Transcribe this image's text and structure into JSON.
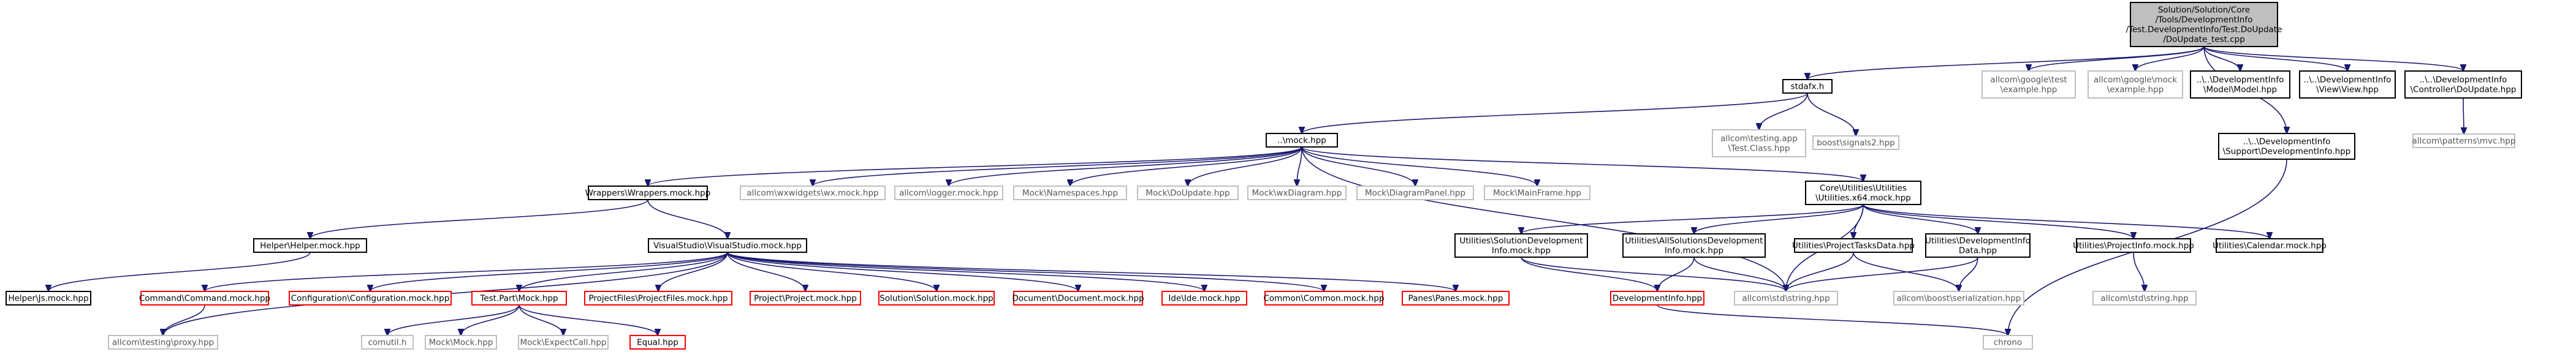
{
  "colors": {
    "root_fill": "#bfbfbf",
    "black_border": "#000000",
    "grey_border": "#bfbfbf",
    "red_border": "#ff0000",
    "edge": "#191970",
    "text_dark": "#000000",
    "text_grey": "#555555"
  },
  "nodes": [
    {
      "id": "root",
      "lines": [
        "Solution/Solution/Core",
        "/Tools/DevelopmentInfo",
        "/Test.DevelopmentInfo/Test.DoUpdate",
        "/DoUpdate_test.cpp"
      ],
      "style": "root"
    },
    {
      "id": "stdafx",
      "lines": [
        "stdafx.h"
      ],
      "style": "black"
    },
    {
      "id": "gtest_example",
      "lines": [
        "allcom\\google\\test",
        "\\example.hpp"
      ],
      "style": "grey"
    },
    {
      "id": "gmock_example",
      "lines": [
        "allcom\\google\\mock",
        "\\example.hpp"
      ],
      "style": "grey"
    },
    {
      "id": "support_devinfo",
      "lines": [
        "..\\..\\DevelopmentInfo",
        "\\Support\\DevelopmentInfo.hpp"
      ],
      "style": "black"
    },
    {
      "id": "model",
      "lines": [
        "..\\..\\DevelopmentInfo",
        "\\Model\\Model.hpp"
      ],
      "style": "black"
    },
    {
      "id": "view",
      "lines": [
        "..\\..\\DevelopmentInfo",
        "\\View\\View.hpp"
      ],
      "style": "black"
    },
    {
      "id": "controller",
      "lines": [
        "..\\..\\DevelopmentInfo",
        "\\Controller\\DoUpdate.hpp"
      ],
      "style": "black"
    },
    {
      "id": "mvc",
      "lines": [
        "allcom\\patterns\\mvc.hpp"
      ],
      "style": "grey"
    },
    {
      "id": "testclass",
      "lines": [
        "allcom\\testing.app",
        "\\Test.Class.hpp"
      ],
      "style": "grey"
    },
    {
      "id": "signals2",
      "lines": [
        "boost\\signals2.hpp"
      ],
      "style": "grey"
    },
    {
      "id": "mock",
      "lines": [
        "..\\mock.hpp"
      ],
      "style": "black"
    },
    {
      "id": "wrappers",
      "lines": [
        "Wrappers\\Wrappers.mock.hpp"
      ],
      "style": "black"
    },
    {
      "id": "wx",
      "lines": [
        "allcom\\wxwidgets\\wx.mock.hpp"
      ],
      "style": "grey"
    },
    {
      "id": "logger",
      "lines": [
        "allcom\\logger.mock.hpp"
      ],
      "style": "grey"
    },
    {
      "id": "namespaces",
      "lines": [
        "Mock\\Namespaces.hpp"
      ],
      "style": "grey"
    },
    {
      "id": "mock_doupdate",
      "lines": [
        "Mock\\DoUpdate.hpp"
      ],
      "style": "grey"
    },
    {
      "id": "wxdiagram",
      "lines": [
        "Mock\\wxDiagram.hpp"
      ],
      "style": "grey"
    },
    {
      "id": "diagrampanel",
      "lines": [
        "Mock\\DiagramPanel.hpp"
      ],
      "style": "grey"
    },
    {
      "id": "mainframe",
      "lines": [
        "Mock\\MainFrame.hpp"
      ],
      "style": "grey"
    },
    {
      "id": "utilities",
      "lines": [
        "Core\\Utilities\\Utilities",
        "\\Utilities.x64.mock.hpp"
      ],
      "style": "black"
    },
    {
      "id": "helper",
      "lines": [
        "Helper\\Helper.mock.hpp"
      ],
      "style": "black"
    },
    {
      "id": "vstudio",
      "lines": [
        "VisualStudio\\VisualStudio.mock.hpp"
      ],
      "style": "black"
    },
    {
      "id": "solutiondev",
      "lines": [
        "Utilities\\SolutionDevelopment",
        "Info.mock.hpp"
      ],
      "style": "black"
    },
    {
      "id": "allsolutions",
      "lines": [
        "Utilities\\AllSolutionsDevelopment",
        "Info.mock.hpp"
      ],
      "style": "black"
    },
    {
      "id": "projecttasks",
      "lines": [
        "Utilities\\ProjectTasksData.hpp"
      ],
      "style": "black"
    },
    {
      "id": "devinfodata",
      "lines": [
        "Utilities\\DevelopmentInfo",
        "Data.hpp"
      ],
      "style": "black"
    },
    {
      "id": "projectinfo",
      "lines": [
        "Utilities\\ProjectInfo.mock.hpp"
      ],
      "style": "black"
    },
    {
      "id": "calendar",
      "lines": [
        "Utilities\\Calendar.mock.hpp"
      ],
      "style": "black"
    },
    {
      "id": "helperjs",
      "lines": [
        "Helper\\Js.mock.hpp"
      ],
      "style": "black"
    },
    {
      "id": "command",
      "lines": [
        "Command\\Command.mock.hpp"
      ],
      "style": "red"
    },
    {
      "id": "configuration",
      "lines": [
        "Configuration\\Configuration.mock.hpp"
      ],
      "style": "red"
    },
    {
      "id": "testpart",
      "lines": [
        "Test.Part\\Mock.hpp"
      ],
      "style": "red"
    },
    {
      "id": "projectfiles",
      "lines": [
        "ProjectFiles\\ProjectFiles.mock.hpp"
      ],
      "style": "red"
    },
    {
      "id": "project",
      "lines": [
        "Project\\Project.mock.hpp"
      ],
      "style": "red"
    },
    {
      "id": "solution",
      "lines": [
        "Solution\\Solution.mock.hpp"
      ],
      "style": "red"
    },
    {
      "id": "document",
      "lines": [
        "Document\\Document.mock.hpp"
      ],
      "style": "red"
    },
    {
      "id": "ide",
      "lines": [
        "Ide\\Ide.mock.hpp"
      ],
      "style": "red"
    },
    {
      "id": "common",
      "lines": [
        "Common\\Common.mock.hpp"
      ],
      "style": "red"
    },
    {
      "id": "panes",
      "lines": [
        "Panes\\Panes.mock.hpp"
      ],
      "style": "red"
    },
    {
      "id": "devinfohpp",
      "lines": [
        "DevelopmentInfo.hpp"
      ],
      "style": "red"
    },
    {
      "id": "string",
      "lines": [
        "allcom\\std\\string.hpp"
      ],
      "style": "grey"
    },
    {
      "id": "serialization",
      "lines": [
        "allcom\\boost\\serialization.hpp"
      ],
      "style": "grey"
    },
    {
      "id": "stdstring",
      "lines": [
        "allcom\\std\\string.hpp"
      ],
      "style": "grey"
    },
    {
      "id": "proxy",
      "lines": [
        "allcom\\testing\\proxy.hpp"
      ],
      "style": "grey"
    },
    {
      "id": "comutil",
      "lines": [
        "comutil.h"
      ],
      "style": "grey"
    },
    {
      "id": "mockmock",
      "lines": [
        "Mock\\Mock.hpp"
      ],
      "style": "grey"
    },
    {
      "id": "expectcall",
      "lines": [
        "Mock\\ExpectCall.hpp"
      ],
      "style": "grey"
    },
    {
      "id": "equal",
      "lines": [
        "Equal.hpp"
      ],
      "style": "red"
    },
    {
      "id": "chrono",
      "lines": [
        "chrono"
      ],
      "style": "grey"
    }
  ],
  "edges": [
    [
      "root",
      "stdafx"
    ],
    [
      "root",
      "gtest_example"
    ],
    [
      "root",
      "gmock_example"
    ],
    [
      "root",
      "support_devinfo"
    ],
    [
      "root",
      "model"
    ],
    [
      "root",
      "view"
    ],
    [
      "root",
      "controller"
    ],
    [
      "controller",
      "mvc"
    ],
    [
      "stdafx",
      "testclass"
    ],
    [
      "stdafx",
      "signals2"
    ],
    [
      "stdafx",
      "mock"
    ],
    [
      "mock",
      "wrappers"
    ],
    [
      "mock",
      "wx"
    ],
    [
      "mock",
      "logger"
    ],
    [
      "mock",
      "namespaces"
    ],
    [
      "mock",
      "mock_doupdate"
    ],
    [
      "mock",
      "wxdiagram"
    ],
    [
      "mock",
      "diagrampanel"
    ],
    [
      "mock",
      "mainframe"
    ],
    [
      "mock",
      "utilities"
    ],
    [
      "mock",
      "string"
    ],
    [
      "wrappers",
      "helper"
    ],
    [
      "wrappers",
      "vstudio"
    ],
    [
      "helper",
      "helperjs"
    ],
    [
      "vstudio",
      "proxy"
    ],
    [
      "vstudio",
      "command"
    ],
    [
      "vstudio",
      "configuration"
    ],
    [
      "vstudio",
      "testpart"
    ],
    [
      "vstudio",
      "projectfiles"
    ],
    [
      "vstudio",
      "project"
    ],
    [
      "vstudio",
      "solution"
    ],
    [
      "vstudio",
      "document"
    ],
    [
      "vstudio",
      "ide"
    ],
    [
      "vstudio",
      "common"
    ],
    [
      "vstudio",
      "panes"
    ],
    [
      "command",
      "proxy"
    ],
    [
      "testpart",
      "comutil"
    ],
    [
      "testpart",
      "mockmock"
    ],
    [
      "testpart",
      "expectcall"
    ],
    [
      "testpart",
      "equal"
    ],
    [
      "utilities",
      "solutiondev"
    ],
    [
      "utilities",
      "allsolutions"
    ],
    [
      "utilities",
      "projecttasks"
    ],
    [
      "utilities",
      "devinfodata"
    ],
    [
      "utilities",
      "projectinfo"
    ],
    [
      "utilities",
      "calendar"
    ],
    [
      "utilities",
      "string"
    ],
    [
      "solutiondev",
      "devinfohpp"
    ],
    [
      "solutiondev",
      "string"
    ],
    [
      "allsolutions",
      "devinfohpp"
    ],
    [
      "allsolutions",
      "string"
    ],
    [
      "projecttasks",
      "string"
    ],
    [
      "projecttasks",
      "serialization"
    ],
    [
      "devinfodata",
      "string"
    ],
    [
      "devinfodata",
      "serialization"
    ],
    [
      "projectinfo",
      "stdstring"
    ],
    [
      "devinfohpp",
      "chrono"
    ],
    [
      "support_devinfo",
      "chrono"
    ]
  ]
}
